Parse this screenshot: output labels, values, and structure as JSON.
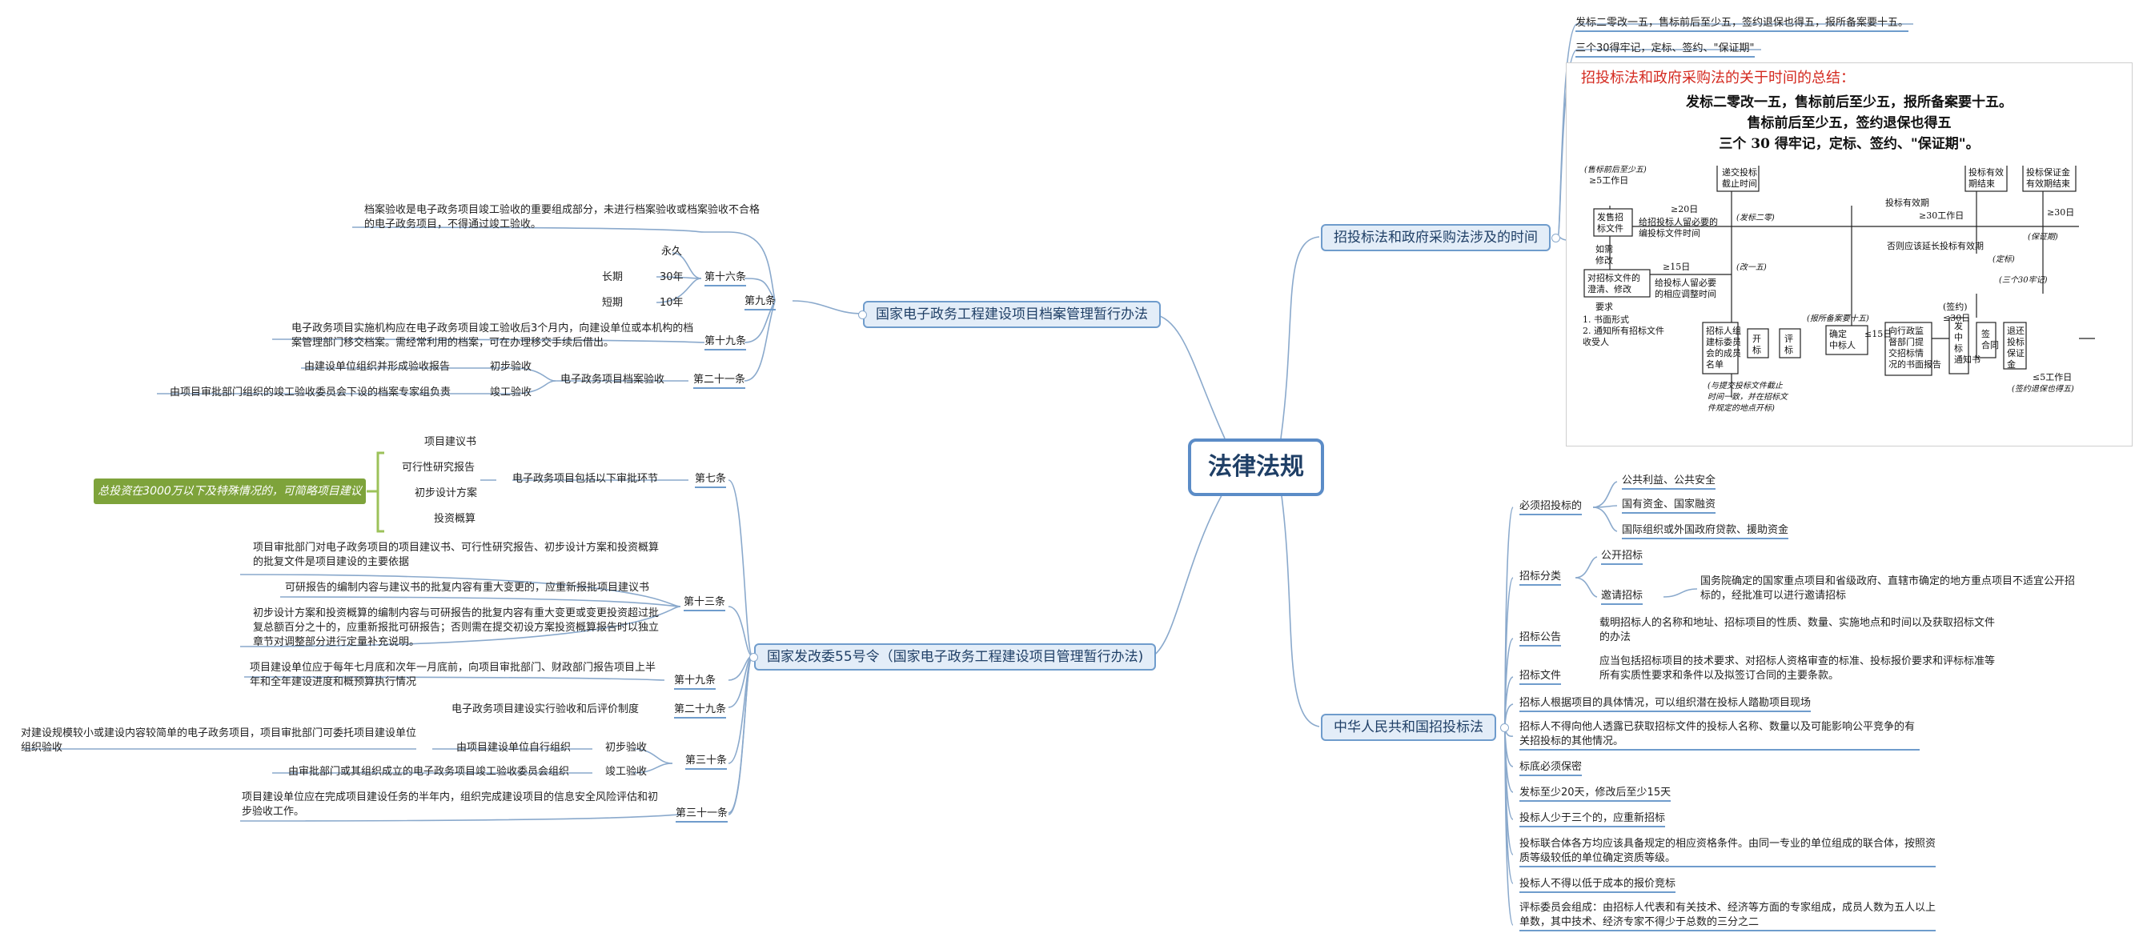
{
  "root": "法律法规",
  "left_top": {
    "title": "国家电子政务工程建设项目档案管理暂行办法",
    "art9": "第九条",
    "art9_text": "档案验收是电子政务项目竣工验收的重要组成部分，未进行档案验收或档案验收不合格的电子政务项目，不得通过竣工验收。",
    "art16": "第十六条",
    "forever": "永久",
    "long": "长期",
    "short": "短期",
    "long_years": "30年",
    "short_years": "10年",
    "art19": "第十九条",
    "art19_text": "电子政务项目实施机构应在电子政务项目竣工验收后3个月内，向建设单位或本机构的档案管理部门移交档案。需经常利用的档案，可在办理移交手续后借出。",
    "art21": "第二十一条",
    "archive_accept": "电子政务项目档案验收",
    "prelim": "初步验收",
    "final": "竣工验收",
    "prelim_text": "由建设单位组织并形成验收报告",
    "final_text": "由项目审批部门组织的竣工验收委员会下设的档案专家组负责"
  },
  "left_bottom": {
    "title": "国家发改委55号令（国家电子政务工程建设项目管理暂行办法)",
    "note": "总投资在3000万以下及特殊情况的，可简略项目建议书",
    "art7": "第七条",
    "art7_text": "电子政务项目包括以下审批环节",
    "steps": [
      "项目建议书",
      "可行性研究报告",
      "初步设计方案",
      "投资概算"
    ],
    "art13": "第十三条",
    "art13_items": [
      "项目审批部门对电子政务项目的项目建议书、可行性研究报告、初步设计方案和投资概算的批复文件是项目建设的主要依据",
      "可研报告的编制内容与建议书的批复内容有重大变更的，应重新报批项目建议书",
      "初步设计方案和投资概算的编制内容与可研报告的批复内容有重大变更或变更投资超过批复总额百分之十的，应重新报批可研报告；否则需在提交初设方案投资概算报告时以独立章节对调整部分进行定量补充说明。"
    ],
    "art19": "第十九条",
    "art19_text": "项目建设单位应于每年七月底和次年一月底前，向项目审批部门、财政部门报告项目上半年和全年建设进度和概预算执行情况",
    "art29": "第二十九条",
    "art29_text": "电子政务项目建设实行验收和后评价制度",
    "art30": "第三十条",
    "prelim": "初步验收",
    "final": "竣工验收",
    "prelim_text": "由项目建设单位自行组织",
    "final_text": "由审批部门或其组织成立的电子政务项目竣工验收委员会组织",
    "small_proj": "对建设规模较小或建设内容较简单的电子政务项目，项目审批部门可委托项目建设单位组织验收",
    "art31": "第三十一条",
    "art31_text": "项目建设单位应在完成项目建设任务的半年内，组织完成建设项目的信息安全风险评估和初步验收工作。"
  },
  "right_top": {
    "title": "招投标法和政府采购法涉及的时间",
    "line1": "发标二零改一五，售标前后至少五，签约退保也得五，报所备案要十五。",
    "line2": "三个30得牢记，定标、签约、\"保证期\"",
    "figure": {
      "title": "招投标法和政府采购法的关于时间的总结：",
      "l1": "发标二零改一五，售标前后至少五，报所备案要十五。",
      "l2": "售标前后至少五，签约退保也得五",
      "l3": "三个 30 得牢记，定标、签约、\"保证期\"。",
      "boxes": [
        "递交投标截止时间",
        "投标有效期结束",
        "投标保证金有效期结束",
        "发售招标文件",
        "如需修改",
        "对招标文件的澄清、修改",
        "招标人组建标委员会的成员名单",
        "开标",
        "评标",
        "确定中标人",
        "向行政监督部门提交招标情况的书面报告",
        "发中标通知书",
        "签合同",
        "退还投标保证金"
      ],
      "labels": [
        "(售标前后至少五)",
        "≥5工作日",
        "≥20日",
        "(发标二零)",
        "给招投标人留必要的编投标文件时间",
        "投标有效期",
        "≥30工作日",
        "≥30日",
        "否则应该延长投标有效期",
        "(保证期)",
        "(定标)",
        "(三个30牢记)",
        "≥15日",
        "(改一五)",
        "给投标人留必要的相应调整时间",
        "要求",
        "1. 书面形式",
        "2. 通知所有招标文件收受人",
        "(报所备案要十五)",
        "≤15日",
        "(签约)",
        "≤30日",
        "≤5工作日",
        "(签约退保也得五)",
        "(与提交投标文件截止时间一致，并在招标文件规定的地点开标)"
      ]
    }
  },
  "right_bottom": {
    "title": "中华人民共和国招投标法",
    "must": "必须招投标的",
    "must_items": [
      "公共利益、公共安全",
      "国有资金、国家融资",
      "国际组织或外国政府贷款、援助资金"
    ],
    "cls": "招标分类",
    "open": "公开招标",
    "invite": "邀请招标",
    "invite_text": "国务院确定的国家重点项目和省级政府、直辖市确定的地方重点项目不适宜公开招标的，经批准可以进行邀请招标",
    "notice": "招标公告",
    "notice_text": "载明招标人的名称和地址、招标项目的性质、数量、实施地点和时间以及获取招标文件的办法",
    "docs": "招标文件",
    "docs_text": "应当包括招标项目的技术要求、对招标人资格审查的标准、投标报价要求和评标标准等所有实质性要求和条件以及拟签订合同的主要条款。",
    "items": [
      "招标人根据项目的具体情况，可以组织潜在投标人踏勘项目现场",
      "招标人不得向他人透露已获取招标文件的投标人名称、数量以及可能影响公平竞争的有关招投标的其他情况。",
      "标底必须保密",
      "发标至少20天，修改后至少15天",
      "投标人少于三个的，应重新招标",
      "投标联合体各方均应该具备规定的相应资格条件。由同一专业的单位组成的联合体，按照资质等级较低的单位确定资质等级。",
      "投标人不得以低于成本的报价竞标",
      "评标委员会组成：由招标人代表和有关技术、经济等方面的专家组成，成员人数为五人以上单数，其中技术、经济专家不得少于总数的三分之二"
    ]
  }
}
